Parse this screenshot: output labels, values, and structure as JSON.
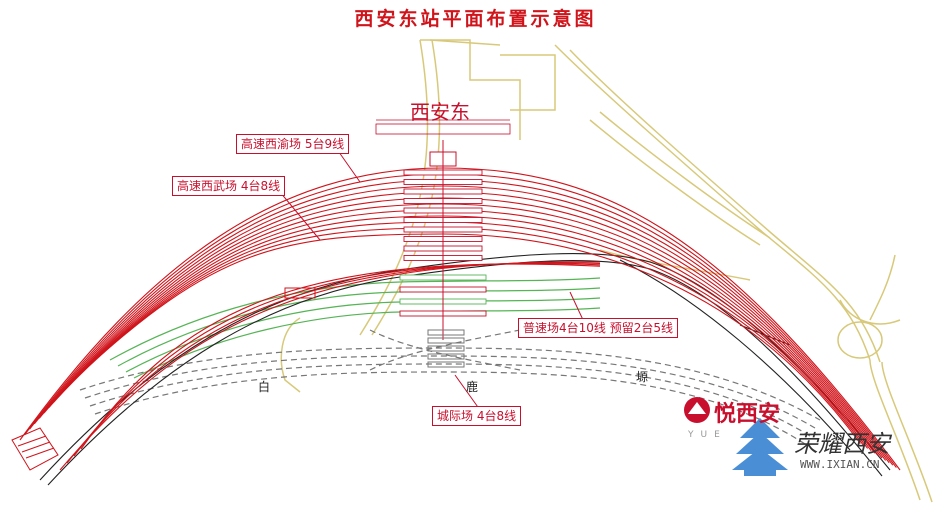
{
  "title": "西安东站平面布置示意图",
  "station_name": "西安东",
  "yards": {
    "xiyu": "高速西渝场 5台9线",
    "xiwu": "高速西武场 4台8线",
    "putong": "普速场4台10线 预留2台5线",
    "chengji": "城际场 4台8线"
  },
  "ground_chars": {
    "bai": "白",
    "lu": "鹿",
    "yuan": "塬"
  },
  "watermark": {
    "brand": "悦西安",
    "brand_sub": "YUE",
    "script": "荣耀西安",
    "url": "WWW.IXIAN.CN"
  },
  "colors": {
    "track": "#d0141b",
    "road": "#d8c97a",
    "green": "#56b456",
    "dashed": "#777777",
    "black": "#222222"
  }
}
